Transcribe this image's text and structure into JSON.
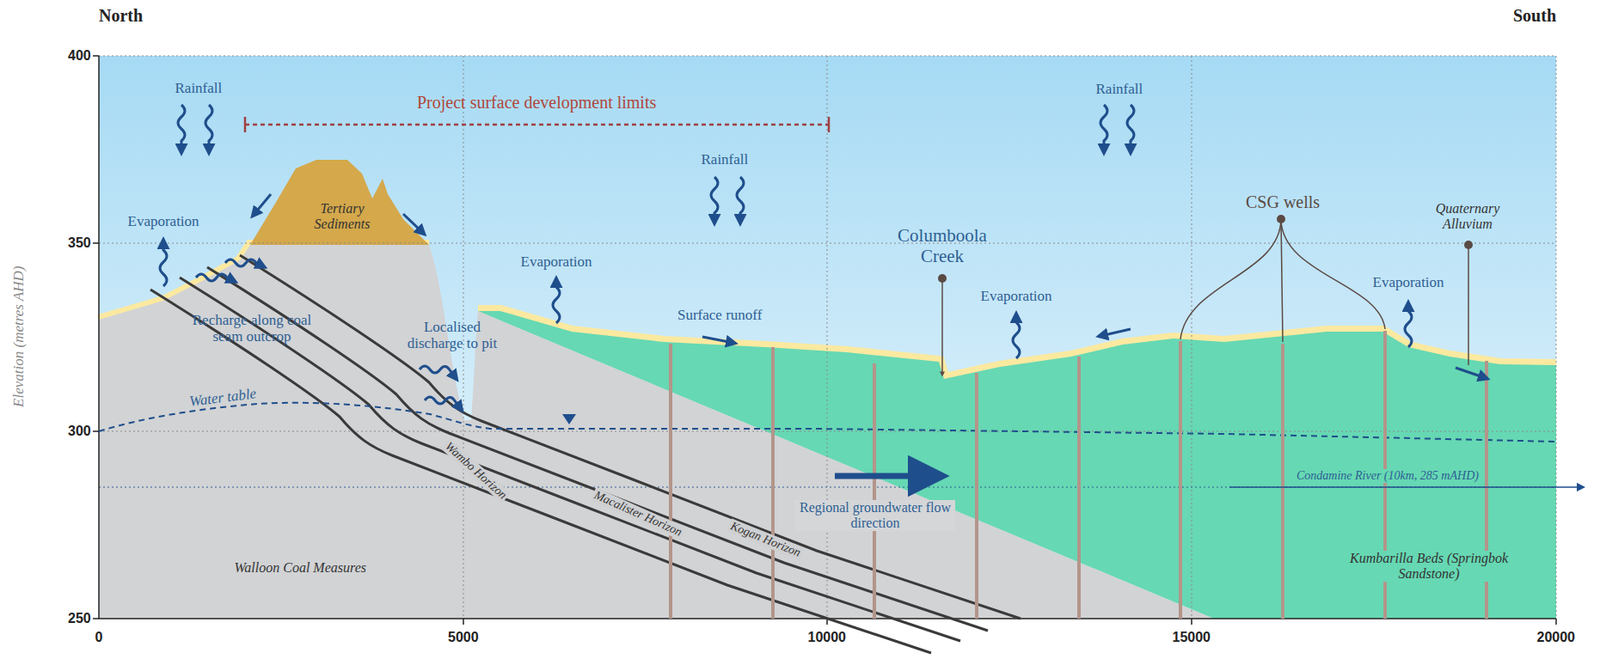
{
  "diagram": {
    "labels": [
      "North",
      "South",
      "400",
      "350",
      "300",
      "250",
      "0",
      "5000",
      "10000",
      "15000",
      "20000",
      "Elevation (metres AHD)",
      "Rainfall",
      "Project surface development limits",
      "Rainfall",
      "Rainfall",
      "Evaporation",
      "Tertiary Sediments",
      "Recharge along coal seam outcrop",
      "Localised discharge to pit",
      "Evaporation",
      "Surface runoff",
      "Columboola Creek",
      "Evaporation",
      "CSG wells",
      "Quaternary Alluvium",
      "Evaporation",
      "Water table",
      "Wambo Horizon",
      "Macalister Horizon",
      "Kogan Horizon",
      "Regional groundwater flow direction",
      "Condamine River (10km, 285 mAHD)",
      "Walloon Coal Measures",
      "Kumbarilla Beds (Springbok Sandstone)"
    ]
  }
}
